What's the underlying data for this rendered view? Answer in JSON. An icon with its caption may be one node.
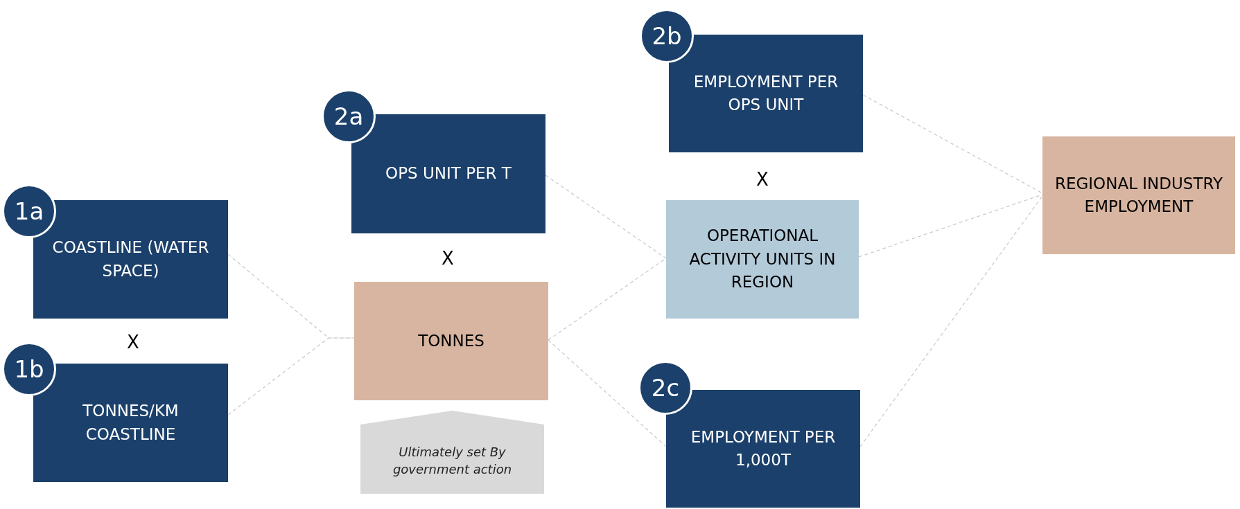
{
  "diagram": {
    "nodes": [
      {
        "text": [
          "1a"
        ]
      },
      {
        "text": [
          "COASTLINE (WATER SPACE)"
        ]
      },
      {
        "text": [
          "1b"
        ]
      },
      {
        "text": [
          "TONNES/KM COASTLINE"
        ]
      },
      {
        "text": [
          "2a"
        ]
      },
      {
        "text": [
          "OPS UNIT PER T"
        ]
      },
      {
        "text": [
          "TONNES"
        ]
      },
      {
        "text": [
          "Ultimately set By government action"
        ]
      },
      {
        "text": [
          "2b"
        ]
      },
      {
        "text": [
          "EMPLOYMENT PER OPS UNIT"
        ]
      },
      {
        "text": [
          "OPERATIONAL ACTIVITY UNITS IN REGION"
        ]
      },
      {
        "text": [
          "2c"
        ]
      },
      {
        "text": [
          "EMPLOYMENT PER 1,000T"
        ]
      },
      {
        "text": [
          "REGIONAL INDUSTRY EMPLOYMENT"
        ]
      }
    ],
    "edges": [
      {
        "from": 1,
        "to": 6,
        "arrow": "none",
        "style": "dashed"
      },
      {
        "from": 3,
        "to": 6,
        "arrow": "none",
        "style": "dashed"
      },
      {
        "from": 5,
        "to": 10,
        "arrow": "none",
        "style": "dashed"
      },
      {
        "from": 6,
        "to": 10,
        "arrow": "none",
        "style": "dashed"
      },
      {
        "from": 6,
        "to": 12,
        "arrow": "none",
        "style": "dashed"
      },
      {
        "from": 9,
        "to": 13,
        "arrow": "none",
        "style": "dashed"
      },
      {
        "from": 10,
        "to": 13,
        "arrow": "none",
        "style": "dashed"
      },
      {
        "from": 12,
        "to": 13,
        "arrow": "none",
        "style": "dashed"
      }
    ],
    "labels": [
      "X",
      "X",
      "X"
    ]
  }
}
